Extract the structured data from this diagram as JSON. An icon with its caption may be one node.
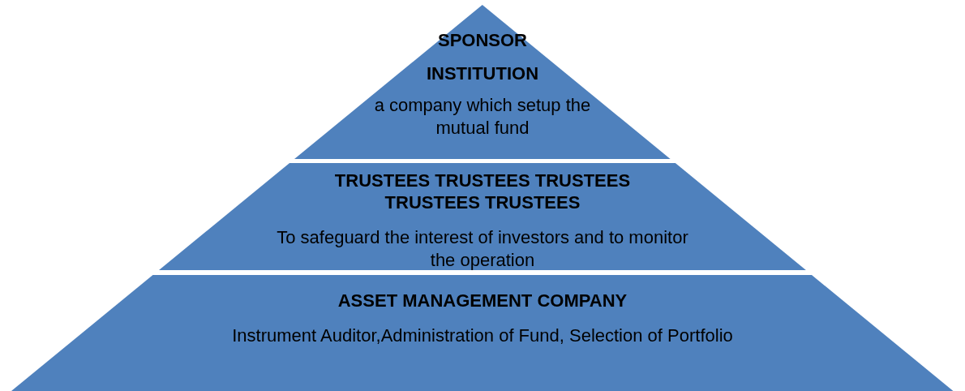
{
  "diagram": {
    "nodes": [
      {
        "text": [
          "SPONSOR",
          "INSTITUTION",
          "a company which setup the mutual fund"
        ]
      },
      {
        "text": [
          "TRUSTEES TRUSTEES TRUSTEES TRUSTEES TRUSTEES",
          "To safeguard the interest of investors and to monitor the operation"
        ]
      },
      {
        "text": [
          "ASSET MANAGEMENT COMPANY",
          "Instrument Auditor,Administration of Fund, Selection of Portfolio"
        ]
      }
    ]
  }
}
